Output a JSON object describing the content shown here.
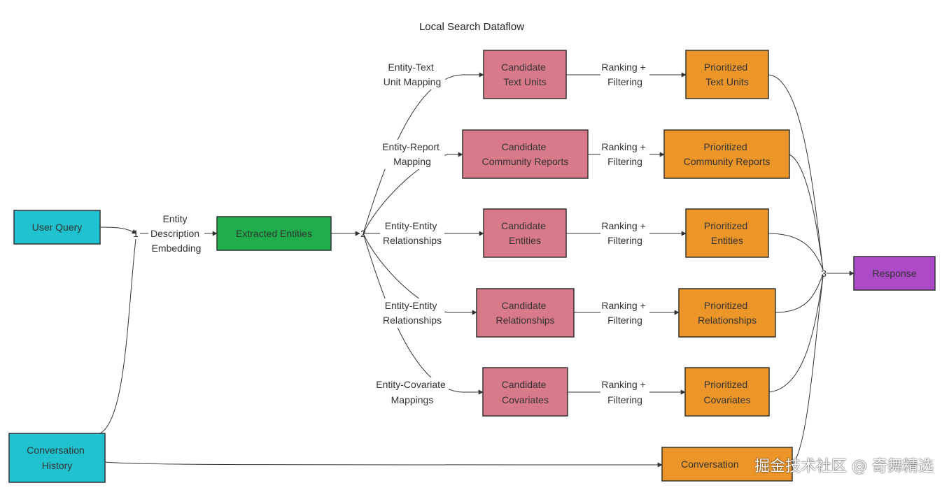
{
  "title": "Local Search Dataflow",
  "colors": {
    "input": "#1fc2ce",
    "extracted": "#1fae4b",
    "candidate": "#d97a8a",
    "prioritized": "#ec962a",
    "response": "#ac4ac7",
    "edge": "#333333"
  },
  "nodes": {
    "user_query": {
      "lines": [
        "User Query"
      ]
    },
    "conversation_history": {
      "lines": [
        "Conversation",
        "History"
      ]
    },
    "extracted_entities": {
      "lines": [
        "Extracted Entities"
      ]
    },
    "candidate_text_units": {
      "lines": [
        "Candidate",
        "Text Units"
      ]
    },
    "candidate_community_reports": {
      "lines": [
        "Candidate",
        "Community Reports"
      ]
    },
    "candidate_entities": {
      "lines": [
        "Candidate",
        "Entities"
      ]
    },
    "candidate_relationships": {
      "lines": [
        "Candidate",
        "Relationships"
      ]
    },
    "candidate_covariates": {
      "lines": [
        "Candidate",
        "Covariates"
      ]
    },
    "prioritized_text_units": {
      "lines": [
        "Prioritized",
        "Text Units"
      ]
    },
    "prioritized_community_reports": {
      "lines": [
        "Prioritized",
        "Community Reports"
      ]
    },
    "prioritized_entities": {
      "lines": [
        "Prioritized",
        "Entities"
      ]
    },
    "prioritized_relationships": {
      "lines": [
        "Prioritized",
        "Relationships"
      ]
    },
    "prioritized_covariates": {
      "lines": [
        "Prioritized",
        "Covariates"
      ]
    },
    "conversation_partial": {
      "lines": [
        "Conversation"
      ]
    },
    "response": {
      "lines": [
        "Response"
      ]
    }
  },
  "junctions": {
    "j1": "1",
    "j2": "2",
    "j3": "3"
  },
  "edge_labels": {
    "entity_description_embedding": [
      "Entity",
      "Description",
      "Embedding"
    ],
    "entity_text_unit_mapping": [
      "Entity-Text",
      "Unit Mapping"
    ],
    "entity_report_mapping": [
      "Entity-Report",
      "Mapping"
    ],
    "entity_entity_relationships_1": [
      "Entity-Entity",
      "Relationships"
    ],
    "entity_entity_relationships_2": [
      "Entity-Entity",
      "Relationships"
    ],
    "entity_covariate_mappings": [
      "Entity-Covariate",
      "Mappings"
    ],
    "ranking_filtering_1": [
      "Ranking +",
      "Filtering"
    ],
    "ranking_filtering_2": [
      "Ranking +",
      "Filtering"
    ],
    "ranking_filtering_3": [
      "Ranking +",
      "Filtering"
    ],
    "ranking_filtering_4": [
      "Ranking +",
      "Filtering"
    ],
    "ranking_filtering_5": [
      "Ranking +",
      "Filtering"
    ]
  },
  "watermark": "掘金技术社区 @ 奇舞精选"
}
